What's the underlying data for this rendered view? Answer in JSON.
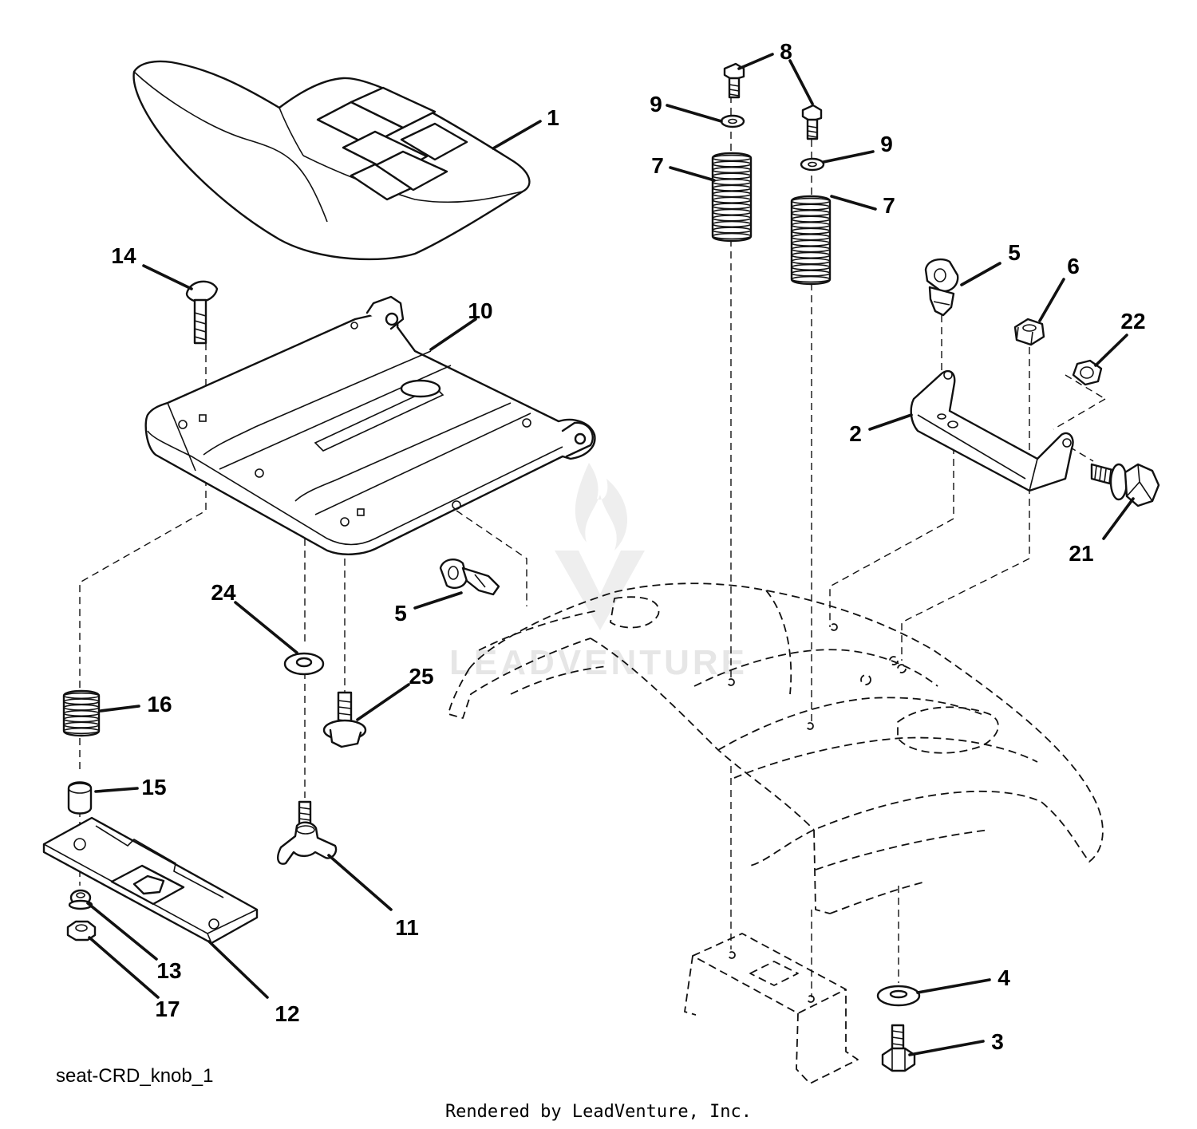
{
  "diagram": {
    "callouts": [
      {
        "id": "1",
        "label": "1"
      },
      {
        "id": "2",
        "label": "2"
      },
      {
        "id": "3",
        "label": "3"
      },
      {
        "id": "4",
        "label": "4"
      },
      {
        "id": "5a",
        "label": "5"
      },
      {
        "id": "5b",
        "label": "5"
      },
      {
        "id": "6",
        "label": "6"
      },
      {
        "id": "7a",
        "label": "7"
      },
      {
        "id": "7b",
        "label": "7"
      },
      {
        "id": "8",
        "label": "8"
      },
      {
        "id": "9a",
        "label": "9"
      },
      {
        "id": "9b",
        "label": "9"
      },
      {
        "id": "10",
        "label": "10"
      },
      {
        "id": "11",
        "label": "11"
      },
      {
        "id": "12",
        "label": "12"
      },
      {
        "id": "13",
        "label": "13"
      },
      {
        "id": "14",
        "label": "14"
      },
      {
        "id": "15",
        "label": "15"
      },
      {
        "id": "16",
        "label": "16"
      },
      {
        "id": "17",
        "label": "17"
      },
      {
        "id": "21",
        "label": "21"
      },
      {
        "id": "22",
        "label": "22"
      },
      {
        "id": "24",
        "label": "24"
      },
      {
        "id": "25",
        "label": "25"
      }
    ],
    "caption": "seat-CRD_knob_1",
    "footer": "Rendered by LeadVenture, Inc.",
    "watermark": "LEADVENTURE"
  }
}
